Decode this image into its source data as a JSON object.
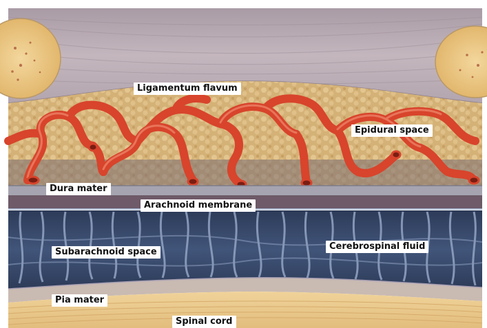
{
  "labels": {
    "ligamentum_flavum": "Ligamentum flavum",
    "epidural_space": "Epidural space",
    "dura_mater": "Dura mater",
    "arachnoid_membrane": "Arachnoid membrane",
    "subarachnoid_space": "Subarachnoid space",
    "cerebrospinal_fluid": "Cerebrospinal fluid",
    "pia_mater": "Pia mater",
    "spinal_cord": "Spinal cord"
  },
  "colors": {
    "ligament": "#b8aab2",
    "bone": "#ecc98a",
    "fat": "#d9b77b",
    "vessel": "#d8442c",
    "dura": "#9c9aa6",
    "subarachnoid": "#3a4c6c",
    "trabeculae": "#8fa0bf",
    "pia": "#c8b8b0",
    "cord": "#e9c98c"
  }
}
